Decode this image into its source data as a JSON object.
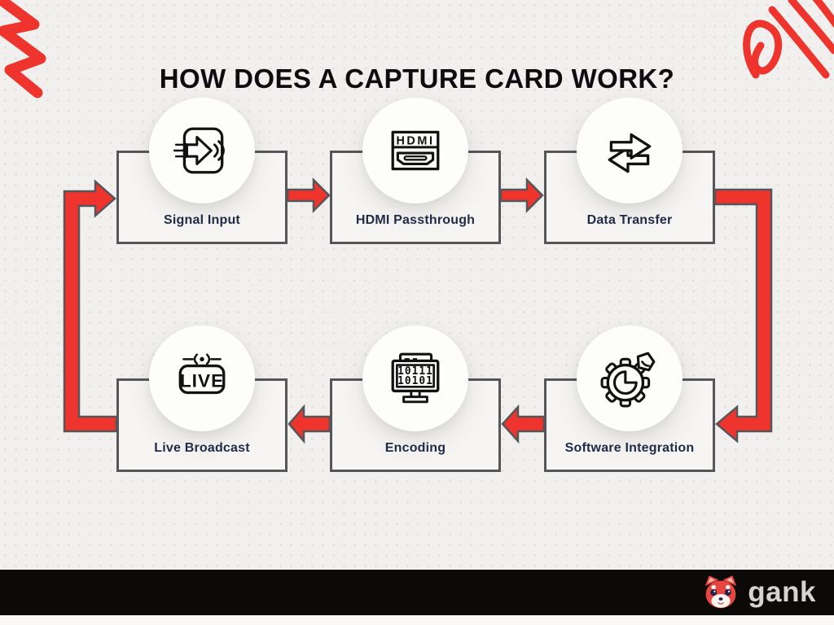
{
  "title": "HOW DOES A CAPTURE CARD WORK?",
  "steps": [
    {
      "label": "Signal Input",
      "icon": "signal-input-icon"
    },
    {
      "label": "HDMI Passthrough",
      "icon": "hdmi-port-icon"
    },
    {
      "label": "Data Transfer",
      "icon": "data-transfer-arrows-icon"
    },
    {
      "label": "Software Integration",
      "icon": "gear-integration-icon"
    },
    {
      "label": "Encoding",
      "icon": "binary-monitor-icon"
    },
    {
      "label": "Live Broadcast",
      "icon": "live-broadcast-icon"
    }
  ],
  "icon_texts": {
    "hdmi_text": "HDMI",
    "binary_line_1": "10111",
    "binary_line_2": "10101",
    "live_text": "LIVE"
  },
  "footer": {
    "brand_name": "gank",
    "mascot": "red-panda-logo"
  },
  "colors": {
    "accent_red": "#EE342C",
    "outline_gray": "#54565A",
    "label_navy": "#1F2B47",
    "title_black": "#0D0D10",
    "background": "#F2F0EE",
    "box_fill": "#F6F5F3",
    "footer_bar": "#0B0A09",
    "brand_text": "#D6D4D2"
  }
}
